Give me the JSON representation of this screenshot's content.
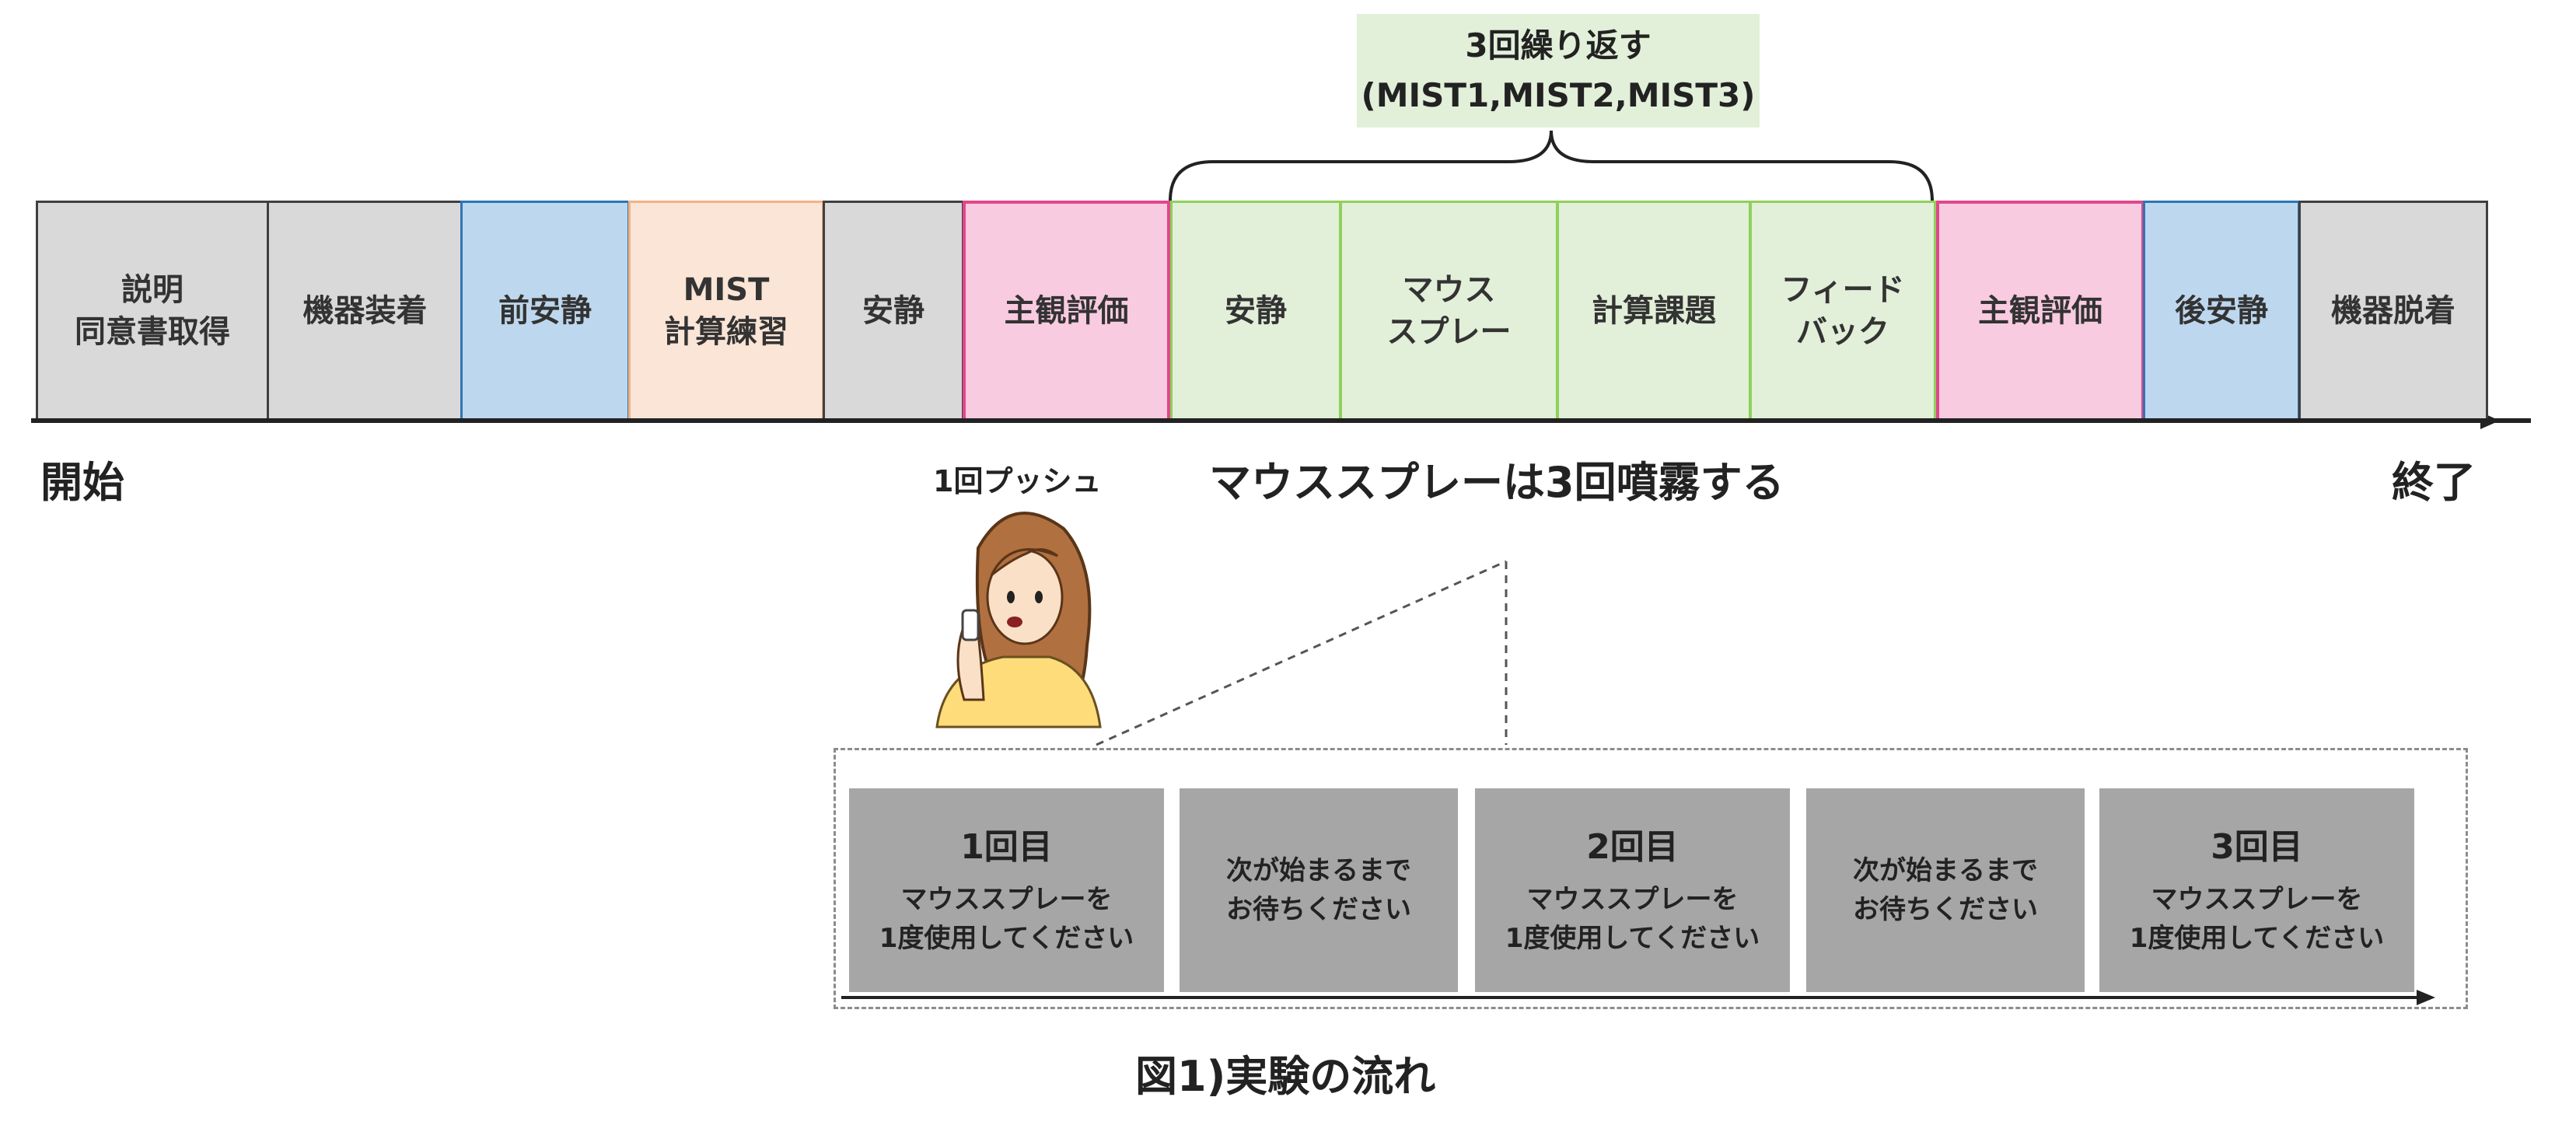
{
  "repeat": {
    "line1": "3回繰り返す",
    "line2": "(MIST1,MIST2,MIST3)"
  },
  "timeline": {
    "segments": [
      {
        "lines": [
          "説明",
          "同意書取得"
        ]
      },
      {
        "lines": [
          "機器装着"
        ]
      },
      {
        "lines": [
          "前安静"
        ]
      },
      {
        "lines": [
          "MIST",
          "計算練習"
        ]
      },
      {
        "lines": [
          "安静"
        ]
      },
      {
        "lines": [
          "主観評価"
        ]
      },
      {
        "lines": [
          "安静"
        ]
      },
      {
        "lines": [
          "マウス",
          "スプレー"
        ]
      },
      {
        "lines": [
          "計算課題"
        ]
      },
      {
        "lines": [
          "フィード",
          "バック"
        ]
      },
      {
        "lines": [
          "主観評価"
        ]
      },
      {
        "lines": [
          "後安静"
        ]
      },
      {
        "lines": [
          "機器脱着"
        ]
      }
    ],
    "start_label": "開始",
    "end_label": "終了",
    "push_label": "1回プッシュ",
    "spray_note": "マウススプレーは3回噴霧する"
  },
  "sequence": {
    "cards": [
      {
        "title": "1回目",
        "lines": [
          "マウススプレーを",
          "1度使用してください"
        ]
      },
      {
        "title": "",
        "lines": [
          "次が始まるまで",
          "お待ちください"
        ]
      },
      {
        "title": "2回目",
        "lines": [
          "マウススプレーを",
          "1度使用してください"
        ]
      },
      {
        "title": "",
        "lines": [
          "次が始まるまで",
          "お待ちください"
        ]
      },
      {
        "title": "3回目",
        "lines": [
          "マウススプレーを",
          "1度使用してください"
        ]
      }
    ]
  },
  "caption": "図1)実験の流れ",
  "colors": {
    "gray": "#d9d9d9",
    "blue": "#bdd7ee",
    "orange": "#fbe5d6",
    "pink": "#f9cbe0",
    "green": "#e2efd9",
    "card": "#a6a6a6"
  }
}
